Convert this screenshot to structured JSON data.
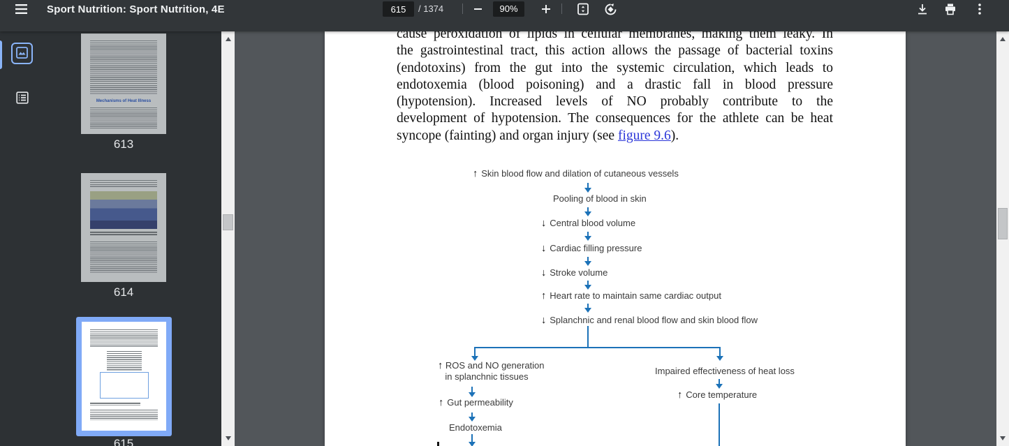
{
  "toolbar": {
    "title": "Sport Nutrition: Sport Nutrition, 4E",
    "page_input_value": "615",
    "page_count_label": "/ 1374",
    "zoom_value_label": "90%"
  },
  "sidebar": {
    "pages": [
      {
        "number": "613",
        "heading": "Mechanisms of Heat Illness",
        "selected": false
      },
      {
        "number": "614",
        "selected": false
      },
      {
        "number": "615",
        "selected": true
      }
    ]
  },
  "colors": {
    "toolbar_bg": "#323639",
    "sidebar_bg": "#2d3134",
    "canvas_bg": "#52565a",
    "selection_blue": "#8ab4f8",
    "link_blue": "#2b36d9",
    "diagram_blue": "#1c72b8"
  },
  "doc": {
    "lines": [
      "cause peroxidation of lipids in cellular membranes, making them leaky. In",
      "the gastrointestinal tract, this action allows the passage of bacterial toxins",
      "(endotoxins) from the gut into the systemic circulation, which leads to",
      "endotoxemia (blood poisoning) and a drastic fall in blood pressure",
      "(hypotension). Increased levels of NO probably contribute to the",
      "development of hypotension. The consequences for the athlete can be heat"
    ],
    "last_line": {
      "prefix": "syncope (fainting) and organ injury (see ",
      "link": "figure 9.6",
      "suffix": ")."
    },
    "figure": {
      "glyphs": {
        "up": "↑",
        "down": "↓"
      },
      "chain": [
        {
          "dir": "up",
          "text": "Skin blood flow and dilation of cutaneous vessels"
        },
        {
          "dir": "none",
          "text": "Pooling of blood in skin"
        },
        {
          "dir": "down",
          "text": "Central blood volume"
        },
        {
          "dir": "down",
          "text": "Cardiac filling pressure"
        },
        {
          "dir": "down",
          "text": "Stroke volume"
        },
        {
          "dir": "up",
          "text": "Heart rate to maintain same cardiac output"
        },
        {
          "dir": "down",
          "text": "Splanchnic and renal blood flow and skin blood flow"
        }
      ],
      "left_branch": {
        "item1_line1": "ROS and NO generation",
        "item1_line2": "in splanchnic tissues",
        "item2": "Gut permeability",
        "item3": "Endotoxemia"
      },
      "right_branch": {
        "item1": "Impaired effectiveness of heat loss",
        "item2": "Core temperature"
      }
    }
  }
}
